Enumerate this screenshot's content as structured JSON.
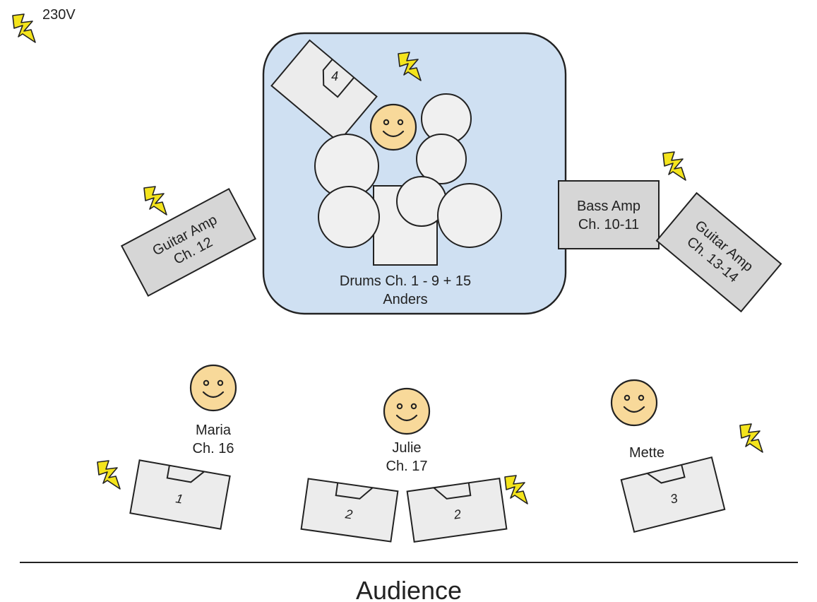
{
  "power_label": "230V",
  "drum_riser": {
    "label_line1": "Drums Ch. 1 - 9 + 15",
    "label_line2": "Anders",
    "monitor_number": "4"
  },
  "guitar_amp_left": {
    "line1": "Guitar Amp",
    "line2": "Ch. 12"
  },
  "bass_amp": {
    "line1": "Bass Amp",
    "line2": "Ch. 10-11"
  },
  "guitar_amp_right": {
    "line1": "Guitar Amp",
    "line2": "Ch. 13-14"
  },
  "performers": [
    {
      "line1": "Maria",
      "line2": "Ch. 16"
    },
    {
      "line1": "Julie",
      "line2": "Ch. 17"
    },
    {
      "line1": "Mette",
      "line2": ""
    }
  ],
  "monitors": [
    "1",
    "2",
    "2",
    "3"
  ],
  "audience_label": "Audience",
  "colors": {
    "riser": "#cfe0f2",
    "amp": "#d6d6d6",
    "monitor": "#ececec",
    "drum": "#f0f0f0",
    "face": "#f8d99a",
    "bolt": "#f4e41c"
  }
}
